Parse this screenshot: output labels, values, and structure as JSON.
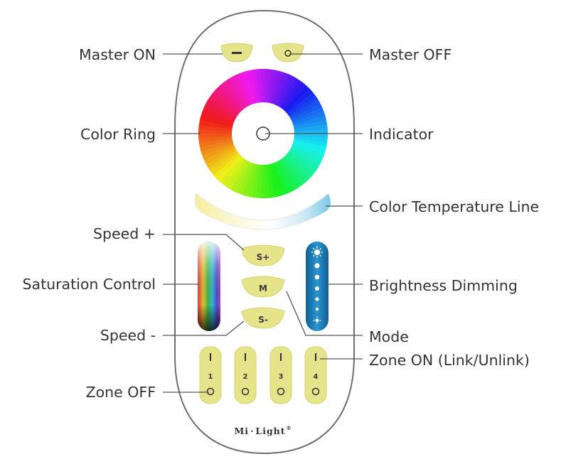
{
  "callouts": {
    "master_on": "Master ON",
    "master_off": "Master OFF",
    "color_ring": "Color Ring",
    "indicator": "Indicator",
    "color_temperature_line": "Color Temperature Line",
    "speed_plus": "Speed +",
    "saturation_control": "Saturation Control",
    "brightness_dimming": "Brightness Dimming",
    "speed_minus": "Speed -",
    "mode": "Mode",
    "zone_on": "Zone ON (Link/Unlink)",
    "zone_off": "Zone OFF"
  },
  "buttons": {
    "speed_plus": "S+",
    "mode": "M",
    "speed_minus": "S-",
    "zones": [
      "1",
      "2",
      "3",
      "4"
    ]
  },
  "brand": {
    "left": "Mi",
    "sep": "·",
    "right": "Light",
    "reg": "®"
  },
  "colors": {
    "remote_outline": "#6e6e6e",
    "button_yellow": "#e6e48a",
    "brightness_blue": "#1d7fb8",
    "leader_line": "#555555",
    "label_text": "#333333"
  }
}
